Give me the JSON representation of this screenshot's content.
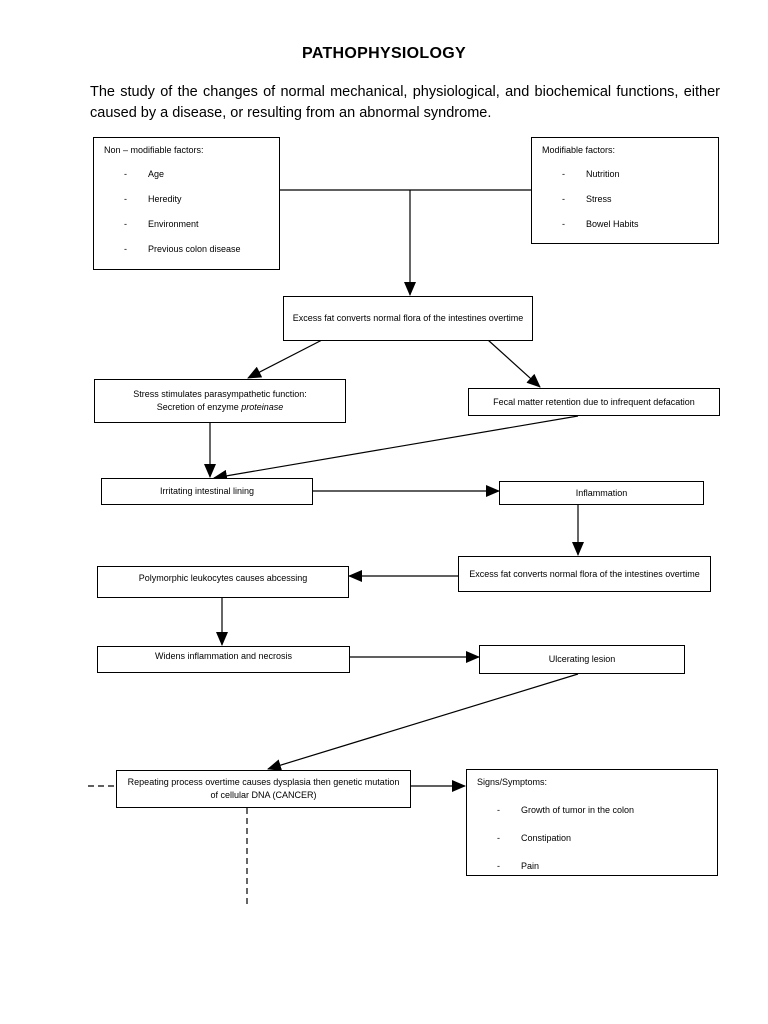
{
  "header": {
    "title": "PATHOPHYSIOLOGY",
    "intro": "The study of the changes of normal mechanical, physiological, and biochemical functions, either caused by a disease, or resulting from an abnormal syndrome."
  },
  "non_modifiable": {
    "heading": "Non – modifiable factors:",
    "items": [
      "Age",
      "Heredity",
      "Environment",
      "Previous colon disease"
    ]
  },
  "modifiable": {
    "heading": "Modifiable factors:",
    "items": [
      "Nutrition",
      "Stress",
      "Bowel Habits"
    ]
  },
  "nodes": {
    "excess_fat_top": "Excess fat converts normal flora of the intestines overtime",
    "stress_line1": "Stress stimulates parasympathetic function:",
    "stress_line2": "Secretion of enzyme ",
    "stress_enzyme": "proteinase",
    "fecal": "Fecal matter retention due to infrequent defacation",
    "irritating": "Irritating intestinal lining",
    "inflammation": "Inflammation",
    "excess_fat_mid": "Excess fat converts normal flora of the intestines overtime",
    "polymorphic": "Polymorphic leukocytes causes abcessing",
    "widens": "Widens inflammation and necrosis",
    "ulcerating": "Ulcerating lesion",
    "repeating": "Repeating process overtime causes dysplasia then genetic mutation of cellular DNA (CANCER)"
  },
  "signs": {
    "heading": "Signs/Symptoms:",
    "items": [
      "Growth of tumor in the colon",
      "Constipation",
      "Pain"
    ]
  }
}
